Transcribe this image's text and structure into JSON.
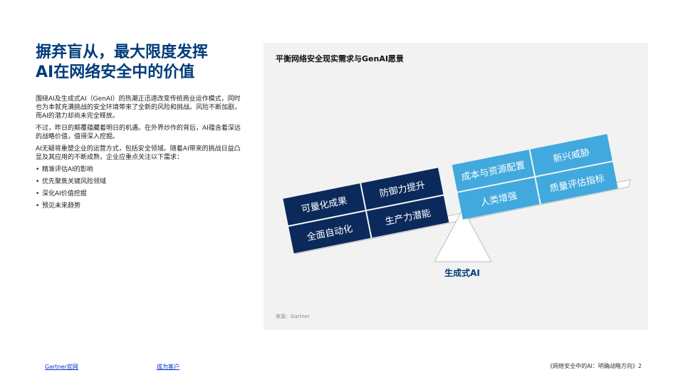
{
  "page": {
    "title_line1": "摒弃盲从，最大限度发挥",
    "title_line2": "AI在网络安全中的价值",
    "paragraph1": "围绕AI及生成式AI（GenAI）的热潮正迅速改变传统商业运作模式，同时也为本就充满挑战的安全环境带来了全新的风险和挑战。风险不断加剧，而AI的潜力却尚未完全释放。",
    "paragraph2": "不过，昨日的颠覆蕴藏着明日的机遇。在外界炒作的背后，AI蕴含着深远的战略价值，值得深入挖掘。",
    "paragraph3": "AI无疑将重塑企业的运营方式，包括安全领域。随着AI带来的挑战日益凸显及其应用的不断成熟，企业应重点关注以下需求：",
    "bullets": [
      "精准评估AI的影响",
      "优先聚焦关键风险领域",
      "深化AI价值挖掘",
      "预见未来趋势"
    ]
  },
  "panel": {
    "title": "平衡网络安全现实需求与GenAI愿景",
    "source": "来源：Gartner"
  },
  "diagram": {
    "left_boxes": [
      "可量化成果",
      "防御力提升",
      "全面自动化",
      "生产力潜能"
    ],
    "right_boxes": [
      "成本与资源配置",
      "新兴威胁",
      "人类增强",
      "质量评估指标"
    ],
    "fulcrum_label": "生成式AI",
    "colors": {
      "dark_navy": "#0b2a5b",
      "light_blue": "#41a9dd",
      "accent_blue": "#003b7a"
    }
  },
  "footer": {
    "link1": "Gartner官网",
    "link2": "成为客户",
    "right_text": "《网络安全中的AI：明确战略方向》2"
  }
}
